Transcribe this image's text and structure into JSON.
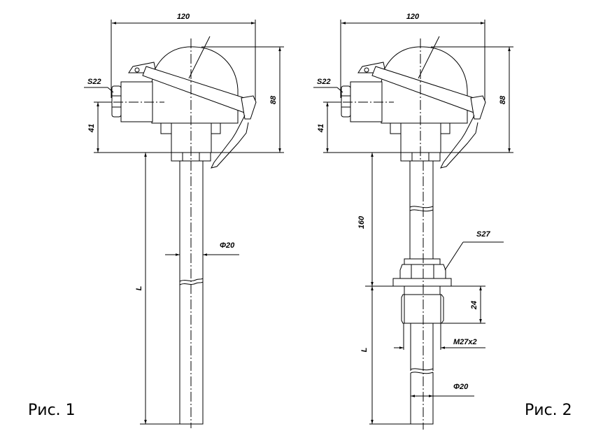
{
  "figures": [
    {
      "caption": "Рис. 1",
      "dims": {
        "width": "120",
        "height": "88",
        "axis_height": "41",
        "nut": "S22",
        "length": "L",
        "diameter": "Φ20"
      }
    },
    {
      "caption": "Рис. 2",
      "dims": {
        "width": "120",
        "height": "88",
        "axis_height": "41",
        "nut": "S22",
        "neck": "160",
        "fitting_nut": "S27",
        "thread_length": "24",
        "thread": "M27x2",
        "length": "L",
        "diameter": "Φ20"
      }
    }
  ]
}
